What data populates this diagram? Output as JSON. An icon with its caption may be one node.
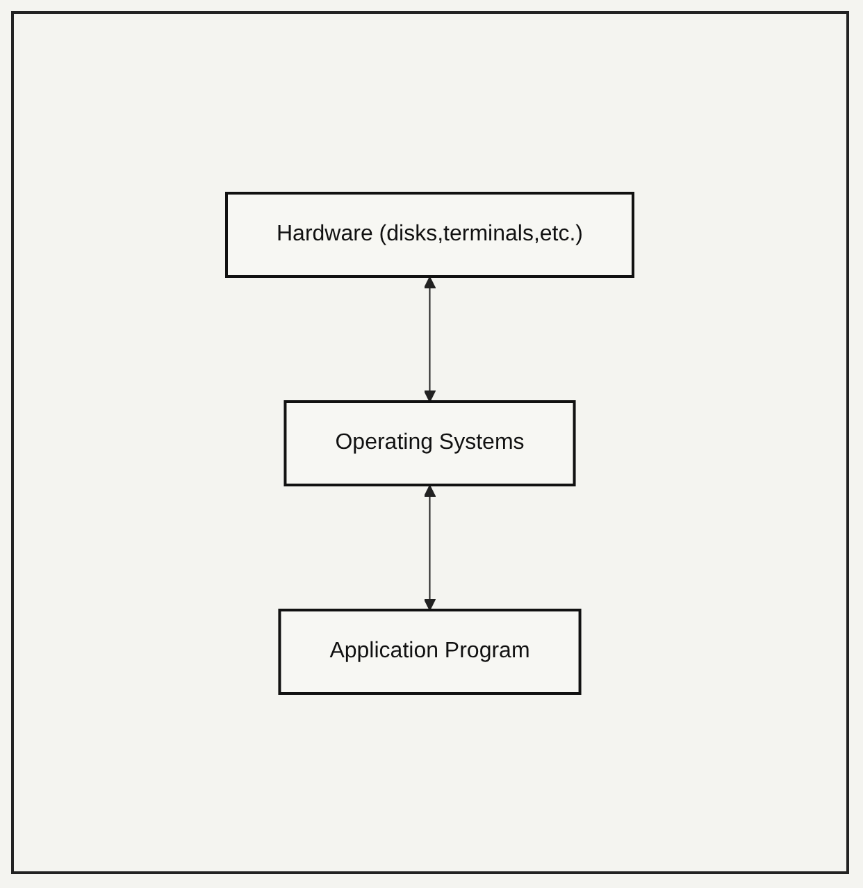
{
  "diagram": {
    "nodes": [
      {
        "text": [
          "Hardware (disks,terminals,etc.)"
        ]
      },
      {
        "text": [
          "Operating Systems"
        ]
      },
      {
        "text": [
          "Application Program"
        ]
      }
    ],
    "edges": [
      {
        "from": 0,
        "to": 1,
        "arrow": "both"
      },
      {
        "from": 1,
        "to": 2,
        "arrow": "both"
      }
    ]
  }
}
